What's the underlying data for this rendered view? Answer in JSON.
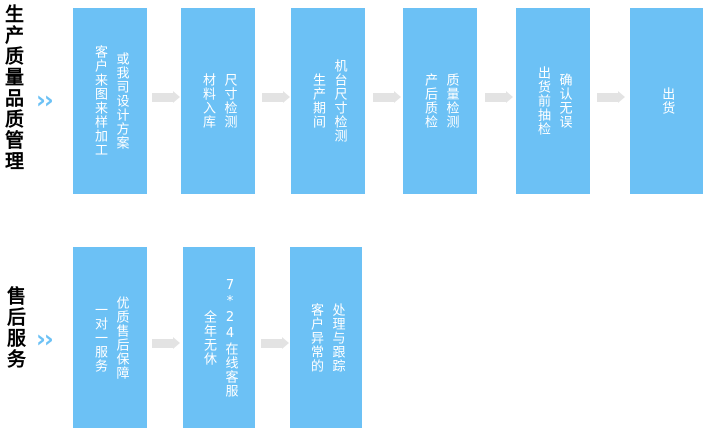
{
  "theme": {
    "box_fill": "#6CC1F5",
    "box_text": "#FFFFFF",
    "label_text": "#000000",
    "chevron_color": "#6CC1F5",
    "arrow_color": "#E3E3E3",
    "background": "#FFFFFF"
  },
  "rows": [
    {
      "label": "生产质量品质管理",
      "chevron": "››",
      "boxes": [
        {
          "primary": "或我司设计方案",
          "secondary": "客户来图来样加工"
        },
        {
          "primary": "尺寸检测",
          "secondary": "材料入库"
        },
        {
          "primary": "机台尺寸检测",
          "secondary": "生产期间"
        },
        {
          "primary": "质量检测",
          "secondary": "产后质检"
        },
        {
          "primary": "确认无误",
          "secondary": "出货前抽检"
        },
        {
          "primary": "出货",
          "secondary": ""
        }
      ]
    },
    {
      "label": "售后服务",
      "chevron": "››",
      "boxes": [
        {
          "primary": "优质售后保障",
          "secondary": "一对一服务"
        },
        {
          "primary": "7*24在线客服",
          "secondary": "全年无休"
        },
        {
          "primary": "处理与跟踪",
          "secondary": "客户异常的"
        }
      ]
    }
  ]
}
